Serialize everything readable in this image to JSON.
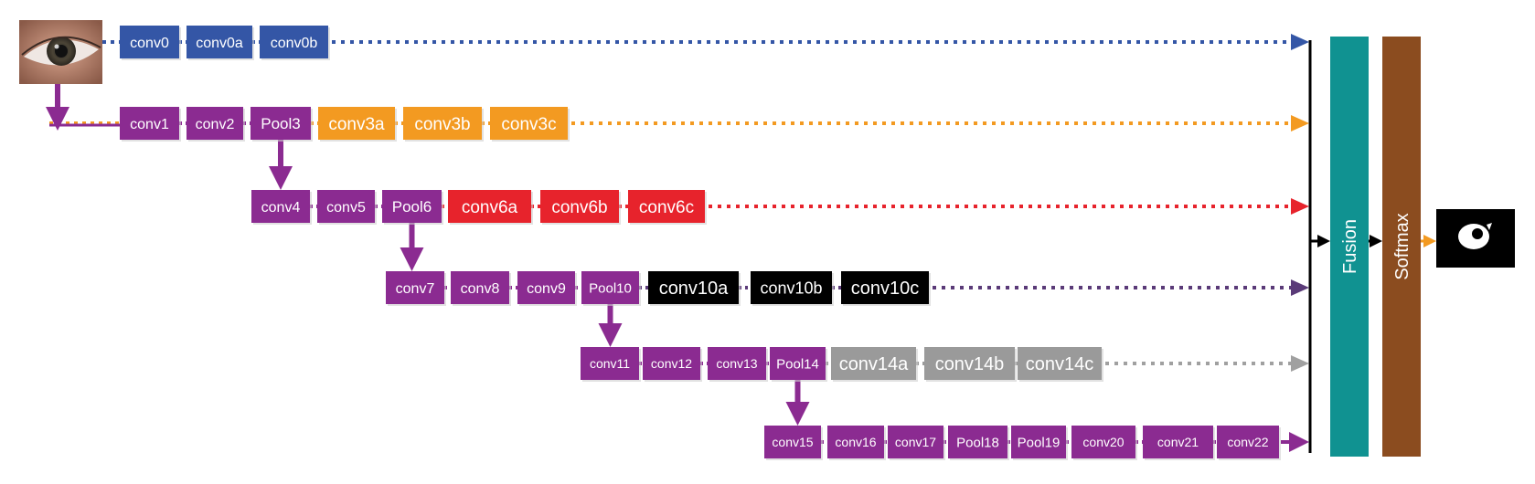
{
  "colors": {
    "blue": "#3456a6",
    "purple": "#8b2b91",
    "orange": "#f39a21",
    "red": "#e7232c",
    "black": "#000000",
    "gray": "#9a9a9a",
    "teal": "#109291",
    "brown": "#8b4c1f",
    "dot_black_branch": "#5a3a78",
    "dot_gray": "#a0a0a0"
  },
  "icons": {
    "input": "eye-photo-icon",
    "output": "pupil-mask-icon"
  },
  "rows": [
    {
      "name": "row0",
      "color_key": "blue",
      "boxes": [
        {
          "label": "conv0",
          "color_key": "blue"
        },
        {
          "label": "conv0a",
          "color_key": "blue"
        },
        {
          "label": "conv0b",
          "color_key": "blue"
        }
      ]
    },
    {
      "name": "row1",
      "color_key": "orange",
      "boxes": [
        {
          "label": "conv1",
          "color_key": "purple"
        },
        {
          "label": "conv2",
          "color_key": "purple"
        },
        {
          "label": "Pool3",
          "color_key": "purple"
        },
        {
          "label": "conv3a",
          "color_key": "orange"
        },
        {
          "label": "conv3b",
          "color_key": "orange"
        },
        {
          "label": "conv3c",
          "color_key": "orange"
        }
      ]
    },
    {
      "name": "row2",
      "color_key": "red",
      "boxes": [
        {
          "label": "conv4",
          "color_key": "purple"
        },
        {
          "label": "conv5",
          "color_key": "purple"
        },
        {
          "label": "Pool6",
          "color_key": "purple"
        },
        {
          "label": "conv6a",
          "color_key": "red"
        },
        {
          "label": "conv6b",
          "color_key": "red"
        },
        {
          "label": "conv6c",
          "color_key": "red"
        }
      ]
    },
    {
      "name": "row3",
      "color_key": "dot_black_branch",
      "boxes": [
        {
          "label": "conv7",
          "color_key": "purple"
        },
        {
          "label": "conv8",
          "color_key": "purple"
        },
        {
          "label": "conv9",
          "color_key": "purple"
        },
        {
          "label": "Pool10",
          "color_key": "purple"
        },
        {
          "label": "conv10a",
          "color_key": "black"
        },
        {
          "label": "conv10b",
          "color_key": "black"
        },
        {
          "label": "conv10c",
          "color_key": "black"
        }
      ]
    },
    {
      "name": "row4",
      "color_key": "dot_gray",
      "boxes": [
        {
          "label": "conv11",
          "color_key": "purple"
        },
        {
          "label": "conv12",
          "color_key": "purple"
        },
        {
          "label": "conv13",
          "color_key": "purple"
        },
        {
          "label": "Pool14",
          "color_key": "purple"
        },
        {
          "label": "conv14a",
          "color_key": "gray"
        },
        {
          "label": "conv14b",
          "color_key": "gray"
        },
        {
          "label": "conv14c",
          "color_key": "gray"
        }
      ]
    },
    {
      "name": "row5",
      "color_key": "purple",
      "boxes": [
        {
          "label": "conv15",
          "color_key": "purple"
        },
        {
          "label": "conv16",
          "color_key": "purple"
        },
        {
          "label": "conv17",
          "color_key": "purple"
        },
        {
          "label": "Pool18",
          "color_key": "purple"
        },
        {
          "label": "Pool19",
          "color_key": "purple"
        },
        {
          "label": "conv20",
          "color_key": "purple"
        },
        {
          "label": "conv21",
          "color_key": "purple"
        },
        {
          "label": "conv22",
          "color_key": "purple"
        }
      ]
    }
  ],
  "fusion": {
    "label": "Fusion",
    "color_key": "teal"
  },
  "softmax": {
    "label": "Softmax",
    "color_key": "brown"
  }
}
